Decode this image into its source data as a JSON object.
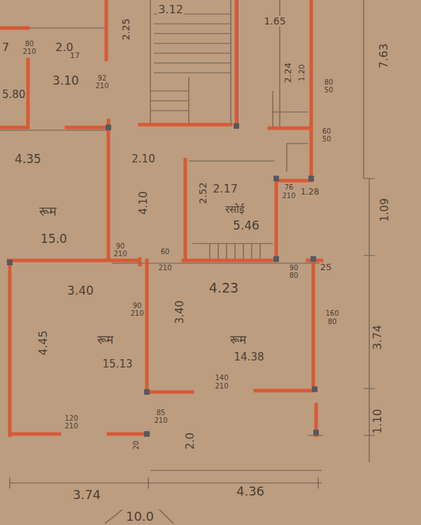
{
  "diagram": {
    "labels": [
      "7",
      "80",
      "210",
      "2.0",
      "17",
      "2.25",
      "3.12",
      "1.65",
      "7.63",
      "3.10",
      "92",
      "210",
      "5.80",
      "2.24",
      "1.20",
      "80",
      "50",
      "60",
      "50",
      "4.35",
      "2.10",
      "4.10",
      "रूम",
      "15.0",
      "2.17",
      "2.52",
      "76",
      "210",
      "1.28",
      "रसोई",
      "5.46",
      "1.09",
      "90",
      "210",
      "60",
      "210",
      "90",
      "80",
      "25",
      "3.40",
      "4.23",
      "90",
      "210",
      "3.40",
      "160",
      "80",
      "3.74",
      "4.45",
      "रूम",
      "15.13",
      "रूम",
      "14.38",
      "140",
      "210",
      "120",
      "210",
      "85",
      "210",
      "2.0",
      "20",
      "1.10",
      "3.74",
      "4.36",
      "10.0"
    ]
  }
}
